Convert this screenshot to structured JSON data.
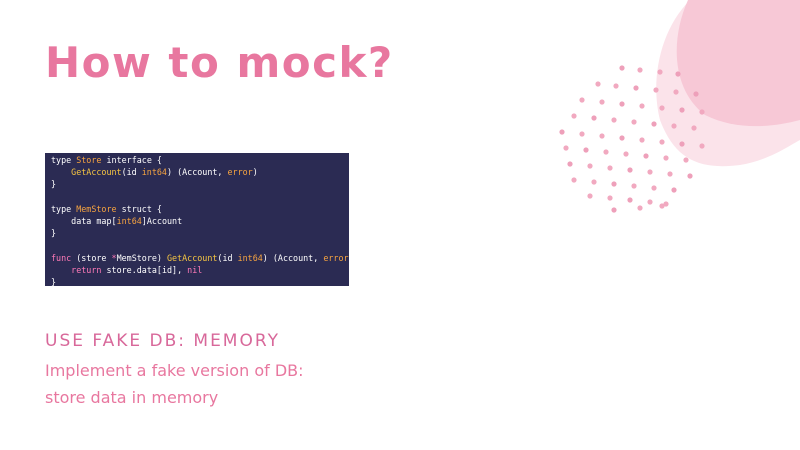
{
  "slide": {
    "title": "How to mock?",
    "subheading": "USE FAKE DB: MEMORY",
    "body_lines": [
      "Implement a fake version of DB:",
      "store data in memory"
    ]
  },
  "code": {
    "lines": [
      [
        {
          "t": "type ",
          "c": "plain"
        },
        {
          "t": "Store",
          "c": "type"
        },
        {
          "t": " interface {",
          "c": "plain"
        }
      ],
      [
        {
          "t": "    ",
          "c": "plain"
        },
        {
          "t": "GetAccount",
          "c": "func"
        },
        {
          "t": "(id ",
          "c": "plain"
        },
        {
          "t": "int64",
          "c": "type"
        },
        {
          "t": ") (Account, ",
          "c": "plain"
        },
        {
          "t": "error",
          "c": "type"
        },
        {
          "t": ")",
          "c": "plain"
        }
      ],
      [
        {
          "t": "}",
          "c": "plain"
        }
      ],
      [
        {
          "t": "",
          "c": "plain"
        }
      ],
      [
        {
          "t": "type ",
          "c": "plain"
        },
        {
          "t": "MemStore",
          "c": "type"
        },
        {
          "t": " struct {",
          "c": "plain"
        }
      ],
      [
        {
          "t": "    data map[",
          "c": "plain"
        },
        {
          "t": "int64",
          "c": "type"
        },
        {
          "t": "]Account",
          "c": "plain"
        }
      ],
      [
        {
          "t": "}",
          "c": "plain"
        }
      ],
      [
        {
          "t": "",
          "c": "plain"
        }
      ],
      [
        {
          "t": "func",
          "c": "keyword"
        },
        {
          "t": " (store ",
          "c": "plain"
        },
        {
          "t": "*",
          "c": "keyword"
        },
        {
          "t": "MemStore) ",
          "c": "plain"
        },
        {
          "t": "GetAccount",
          "c": "func"
        },
        {
          "t": "(id ",
          "c": "plain"
        },
        {
          "t": "int64",
          "c": "type"
        },
        {
          "t": ") (Account, ",
          "c": "plain"
        },
        {
          "t": "error",
          "c": "type"
        },
        {
          "t": ") {",
          "c": "plain"
        }
      ],
      [
        {
          "t": "    ",
          "c": "plain"
        },
        {
          "t": "return",
          "c": "keyword"
        },
        {
          "t": " store.data[id], ",
          "c": "plain"
        },
        {
          "t": "nil",
          "c": "keyword"
        }
      ],
      [
        {
          "t": "}",
          "c": "plain"
        }
      ]
    ]
  },
  "colors": {
    "accent": "#e8779f",
    "code_background": "#2b2b53",
    "code_plain": "#ffffff",
    "code_type": "#f7a440",
    "code_func": "#f5c542",
    "code_keyword": "#ff7ab8"
  }
}
